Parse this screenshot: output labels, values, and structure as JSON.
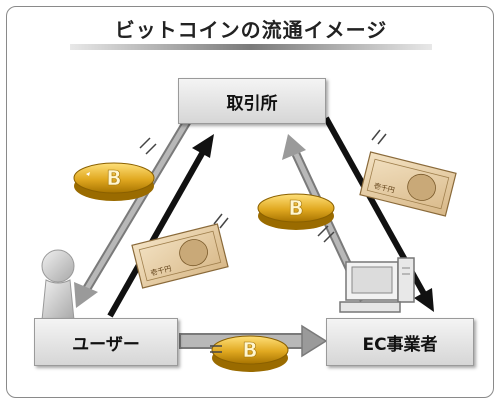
{
  "title": "ビットコインの流通イメージ",
  "nodes": {
    "exchange": "取引所",
    "user": "ユーザー",
    "merchant": "EC事業者"
  },
  "coin_symbol": "B",
  "banknote_text": "壱千円",
  "colors": {
    "coin": "#d4a11e",
    "banknote": "#e8cfa6",
    "arrow_black": "#111111",
    "arrow_gray": "#9a9a9a"
  },
  "icons": [
    "person-icon",
    "computer-icon",
    "bitcoin-coin-icon",
    "banknote-icon"
  ]
}
